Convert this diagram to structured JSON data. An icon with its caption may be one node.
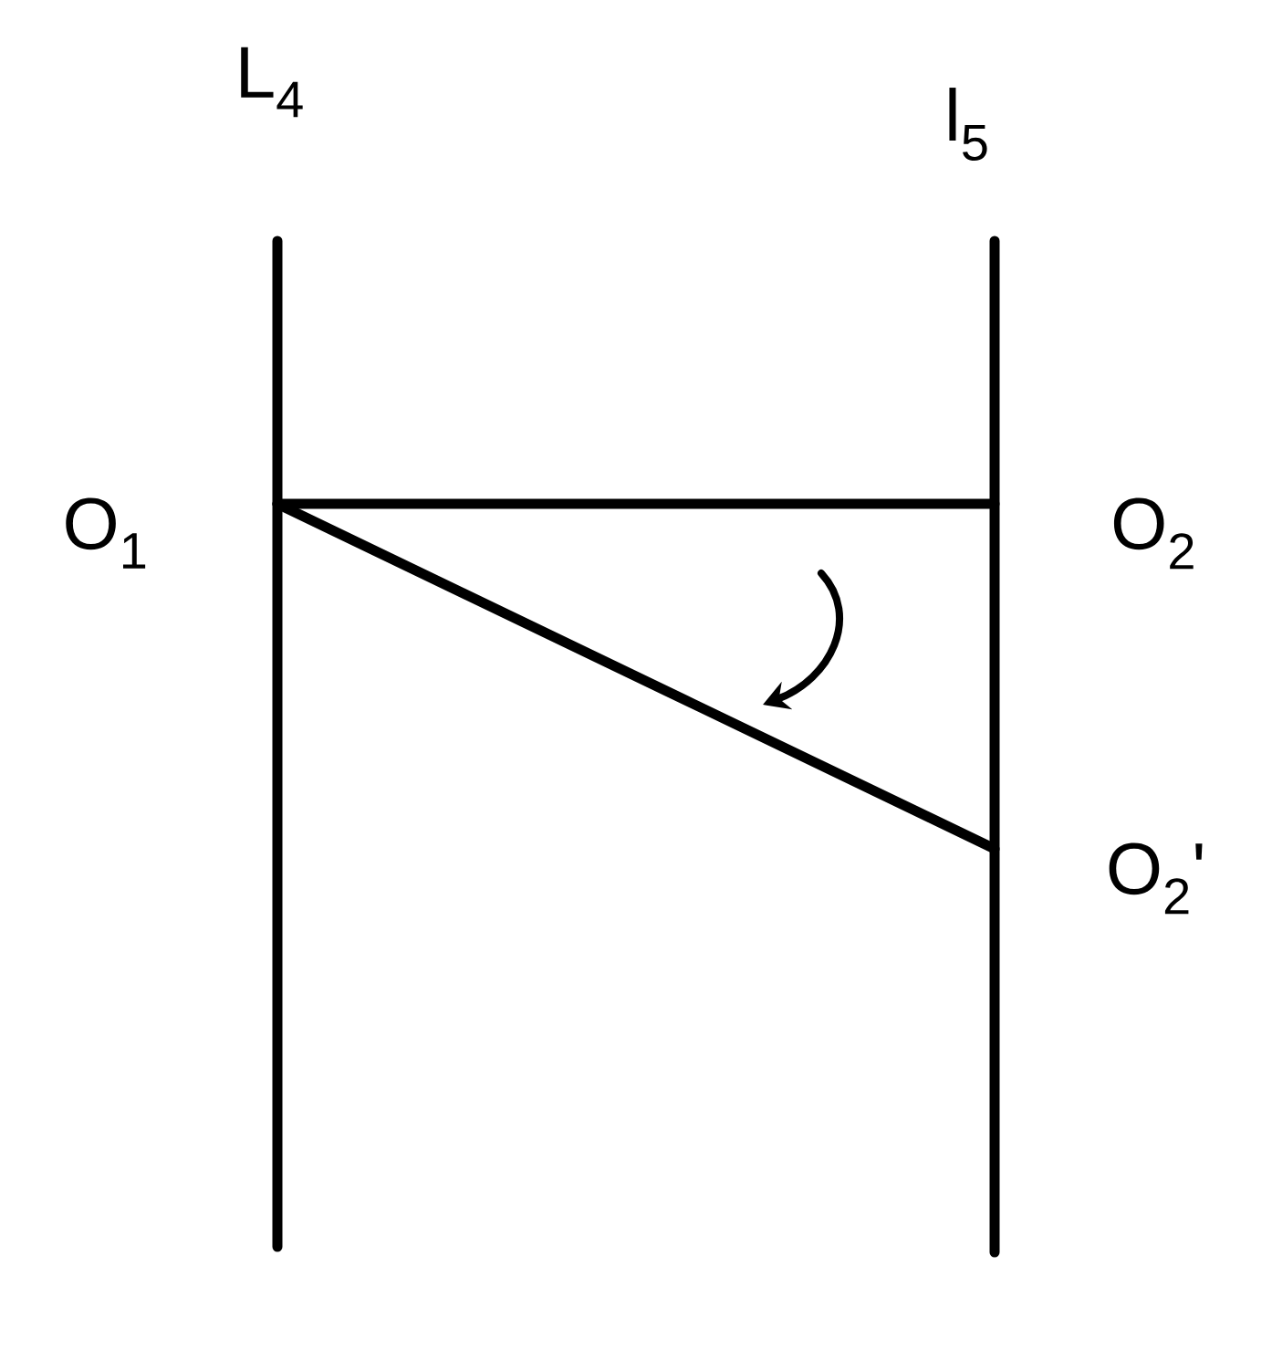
{
  "diagram": {
    "nodes": [
      {
        "text": [
          "O$_{1}$"
        ]
      },
      {
        "text": [
          "O$_{2}$"
        ]
      },
      {
        "text": [
          "O$_{2}$'"
        ]
      }
    ],
    "edges": [
      {
        "from": 0,
        "to": 1,
        "arrow": "none"
      },
      {
        "from": 0,
        "to": 2,
        "arrow": "none"
      }
    ],
    "labels": [
      "L$_{4}$",
      "l$_{5}$"
    ]
  }
}
